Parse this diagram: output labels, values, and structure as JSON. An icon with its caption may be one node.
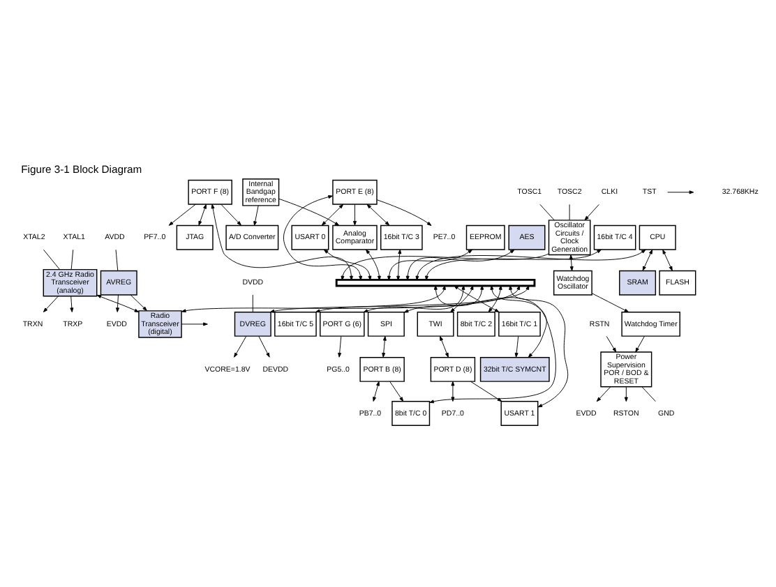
{
  "diagram": {
    "title": "Figure 3-1 Block Diagram",
    "nodes": [
      {
        "text": [
          "Power Supervision POR / BOD & RESET"
        ]
      },
      {
        "text": [
          "Watchdog Timer"
        ]
      },
      {
        "text": [
          "Watchdog Oscillator"
        ]
      },
      {
        "text": [
          "Oscillator Circuits / Clock Generation"
        ]
      },
      {
        "text": [
          "PORT F (8)"
        ]
      },
      {
        "text": [
          "PORT E (8)"
        ]
      },
      {
        "text": [
          "USART 0"
        ]
      },
      {
        "text": [
          "JTAG"
        ]
      },
      {
        "text": [
          "A/D Converter"
        ]
      },
      {
        "text": [
          "Analog Comparator"
        ]
      },
      {
        "text": [
          "EEPROM"
        ]
      },
      {
        "text": [
          "Internal Bandgap reference"
        ]
      },
      {
        "text": [
          "16bit T/C 3"
        ]
      },
      {
        "text": [
          "AES"
        ]
      },
      {
        "text": [
          "CPU"
        ]
      },
      {
        "text": [
          "16bit T/C 4"
        ]
      },
      {
        "text": [
          "32bit T/C SYMCNT"
        ]
      },
      {
        "text": [
          "16bit T/C 5"
        ]
      },
      {
        "text": [
          "FLASH"
        ]
      },
      {
        "text": [
          "SRAM"
        ]
      },
      {
        "text": [
          "16bit T/C 1"
        ]
      },
      {
        "text": [
          "PORT G (6)"
        ]
      },
      {
        "text": [
          "TWI"
        ]
      },
      {
        "text": [
          "SPI"
        ]
      },
      {
        "text": [
          "8bit T/C 0"
        ]
      },
      {
        "text": [
          "8bit T/C 2"
        ]
      },
      {
        "text": [
          "USART 1"
        ]
      },
      {
        "text": [
          "PORT D (8)"
        ]
      },
      {
        "text": [
          "PORT B (8)"
        ]
      },
      {
        "text": [
          "Radio Transceiver (digital)"
        ]
      },
      {
        "text": [
          "2.4 GHz Radio Transceiver (analog)"
        ]
      },
      {
        "text": [
          "AVREG"
        ]
      },
      {
        "text": [
          "DVREG"
        ]
      },
      {
        "text": [],
        "shape": "bar"
      },
      {
        "text": [
          "EVDD"
        ]
      },
      {
        "text": [
          "RSTN"
        ]
      },
      {
        "text": [
          "RSTON"
        ]
      },
      {
        "text": [
          "GND"
        ]
      },
      {
        "text": [
          "TOSC1"
        ]
      },
      {
        "text": [
          "TOSC2"
        ]
      },
      {
        "text": [
          "CLKI"
        ]
      },
      {
        "text": [
          "PF7..0"
        ]
      },
      {
        "text": [
          "PE7..0"
        ]
      },
      {
        "text": [
          "PG5..0"
        ]
      },
      {
        "text": [
          "TST"
        ]
      },
      {
        "text": [
          "PD7..0"
        ]
      },
      {
        "text": [
          "PB7..0"
        ]
      },
      {
        "text": [
          "XTAL1"
        ]
      },
      {
        "text": [
          "XTAL2"
        ]
      },
      {
        "text": [
          "TRXP"
        ]
      },
      {
        "text": [
          "TRXN"
        ]
      },
      {
        "text": [
          "AVDD"
        ]
      },
      {
        "text": [
          "EVDD"
        ]
      },
      {
        "text": [
          "DEVDD"
        ]
      },
      {
        "text": [
          "DVDD"
        ]
      },
      {
        "text": [
          "VCORE=1.8V"
        ]
      }
    ],
    "edges": [
      {
        "from": 0,
        "to": 34,
        "arrow": "to"
      },
      {
        "from": 35,
        "to": 0,
        "arrow": "to"
      },
      {
        "from": 0,
        "to": 36,
        "arrow": "to"
      },
      {
        "from": 0,
        "to": 37,
        "arrow": "none"
      },
      {
        "from": 1,
        "to": 0,
        "arrow": "to"
      },
      {
        "from": 2,
        "to": 1,
        "arrow": "to"
      },
      {
        "from": 3,
        "to": 2,
        "arrow": "both"
      },
      {
        "from": 38,
        "to": 3,
        "arrow": "none"
      },
      {
        "from": 39,
        "to": 3,
        "arrow": "none"
      },
      {
        "from": 40,
        "to": 3,
        "arrow": "to"
      },
      {
        "from": 3,
        "to": 33,
        "arrow": "to"
      },
      {
        "from": 4,
        "to": 41,
        "arrow": "to"
      },
      {
        "from": 4,
        "to": 7,
        "arrow": "both"
      },
      {
        "from": 4,
        "to": 8,
        "arrow": "to"
      },
      {
        "from": 4,
        "to": 33,
        "arrow": "both"
      },
      {
        "from": 5,
        "to": 42,
        "arrow": "to"
      },
      {
        "from": 5,
        "to": 9,
        "arrow": "to"
      },
      {
        "from": 5,
        "to": 6,
        "arrow": "both"
      },
      {
        "from": 5,
        "to": 12,
        "arrow": "both"
      },
      {
        "from": 5,
        "to": 33,
        "arrow": "both"
      },
      {
        "from": 6,
        "to": 33,
        "arrow": "both"
      },
      {
        "from": 11,
        "to": 8,
        "arrow": "to"
      },
      {
        "from": 11,
        "to": 9,
        "arrow": "to"
      },
      {
        "from": 9,
        "to": 33,
        "arrow": "both"
      },
      {
        "from": 10,
        "to": 33,
        "arrow": "both"
      },
      {
        "from": 12,
        "to": 33,
        "arrow": "both"
      },
      {
        "from": 13,
        "to": 33,
        "arrow": "both"
      },
      {
        "from": 14,
        "to": 33,
        "arrow": "both"
      },
      {
        "from": 15,
        "to": 33,
        "arrow": "both"
      },
      {
        "from": 16,
        "to": 33,
        "arrow": "both"
      },
      {
        "from": 17,
        "to": 33,
        "arrow": "both"
      },
      {
        "from": 14,
        "to": 18,
        "arrow": "both"
      },
      {
        "from": 14,
        "to": 19,
        "arrow": "both"
      },
      {
        "from": 20,
        "to": 33,
        "arrow": "both"
      },
      {
        "from": 20,
        "to": 16,
        "arrow": "to"
      },
      {
        "from": 21,
        "to": 43,
        "arrow": "to"
      },
      {
        "from": 21,
        "to": 33,
        "arrow": "both"
      },
      {
        "from": 22,
        "to": 33,
        "arrow": "both"
      },
      {
        "from": 23,
        "to": 33,
        "arrow": "both"
      },
      {
        "from": 24,
        "to": 33,
        "arrow": "both"
      },
      {
        "from": 25,
        "to": 33,
        "arrow": "both"
      },
      {
        "from": 22,
        "to": 27,
        "arrow": "both"
      },
      {
        "from": 23,
        "to": 28,
        "arrow": "both"
      },
      {
        "from": 28,
        "to": 24,
        "arrow": "to"
      },
      {
        "from": 27,
        "to": 26,
        "arrow": "to"
      },
      {
        "from": 26,
        "to": 33,
        "arrow": "both"
      },
      {
        "from": 27,
        "to": 45,
        "arrow": "both"
      },
      {
        "from": 28,
        "to": 46,
        "arrow": "both"
      },
      {
        "from": 44,
        "to": null,
        "arrow": "to"
      },
      {
        "from": 29,
        "to": null,
        "arrow": "to"
      },
      {
        "from": 29,
        "to": 33,
        "arrow": "both"
      },
      {
        "from": 30,
        "to": 29,
        "arrow": "both"
      },
      {
        "from": 31,
        "to": 29,
        "arrow": "to"
      },
      {
        "from": 47,
        "to": 30,
        "arrow": "none"
      },
      {
        "from": 48,
        "to": 30,
        "arrow": "none"
      },
      {
        "from": 30,
        "to": 49,
        "arrow": "to"
      },
      {
        "from": 30,
        "to": 50,
        "arrow": "to"
      },
      {
        "from": 51,
        "to": 31,
        "arrow": "none"
      },
      {
        "from": 31,
        "to": 52,
        "arrow": "to"
      },
      {
        "from": 32,
        "to": 53,
        "arrow": "to"
      },
      {
        "from": 54,
        "to": 32,
        "arrow": "none"
      },
      {
        "from": 32,
        "to": 55,
        "arrow": "to"
      },
      {
        "from": 32,
        "to": 33,
        "arrow": "both"
      }
    ],
    "labels": [
      "32.768KHz"
    ]
  }
}
